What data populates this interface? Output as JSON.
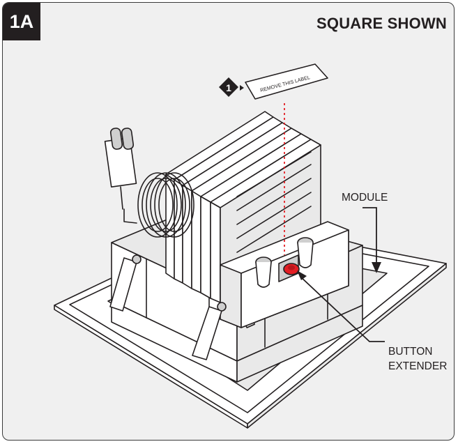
{
  "figure": {
    "step_id": "1A",
    "heading": "SQUARE SHOWN",
    "step_marker": "1",
    "label_text": "REMOVE THIS LABEL",
    "callouts": {
      "module": "MODULE",
      "button_extender_line1": "BUTTON",
      "button_extender_line2": "EXTENDER"
    },
    "colors": {
      "panel_background": "#f0f0f0",
      "badge": "#231f20",
      "button_extender": "#e31e24",
      "guide_line": "#e31e24"
    }
  }
}
